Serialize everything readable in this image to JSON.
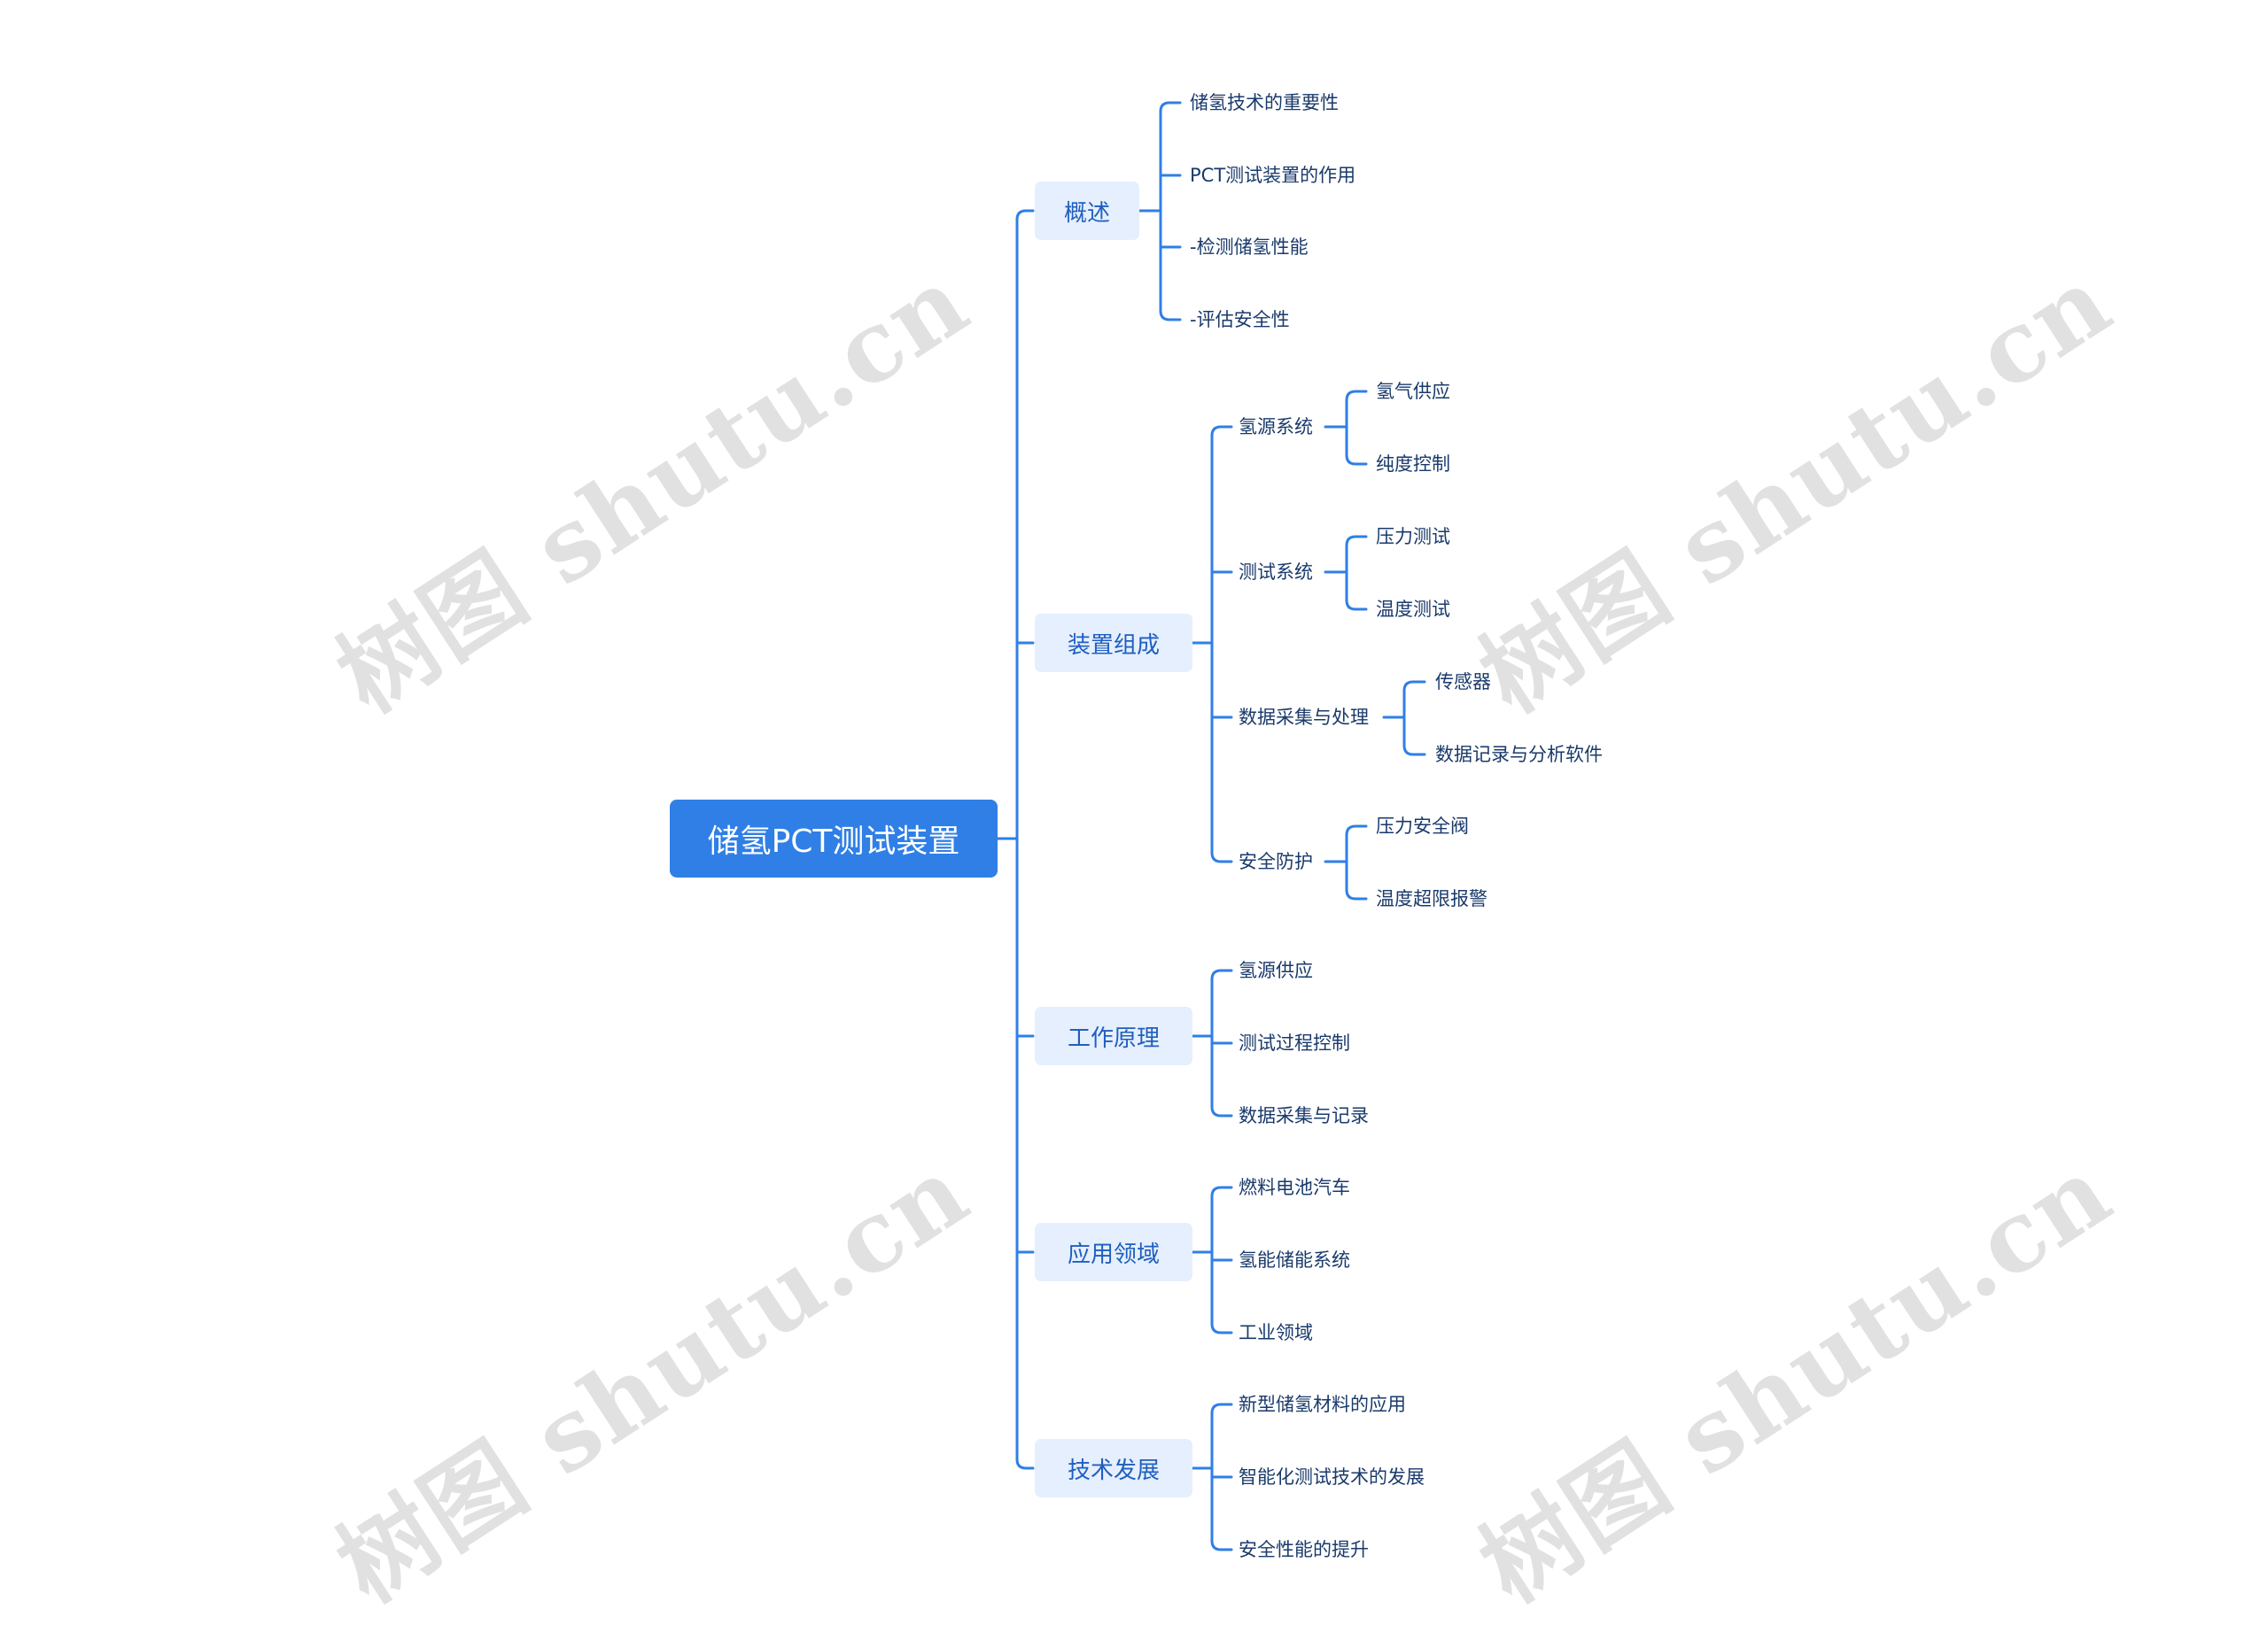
{
  "watermark": "树图 shutu.cn",
  "colors": {
    "root": "#2f7fe6",
    "branch_bg": "#e6effd",
    "line": "#2f7fe6"
  },
  "root": "储氢PCT测试装置",
  "branches": [
    {
      "label": "概述",
      "children": [
        {
          "label": "储氢技术的重要性"
        },
        {
          "label": "PCT测试装置的作用"
        },
        {
          "label": "-检测储氢性能"
        },
        {
          "label": "-评估安全性"
        }
      ]
    },
    {
      "label": "装置组成",
      "children": [
        {
          "label": "氢源系统",
          "children": [
            {
              "label": "氢气供应"
            },
            {
              "label": "纯度控制"
            }
          ]
        },
        {
          "label": "测试系统",
          "children": [
            {
              "label": "压力测试"
            },
            {
              "label": "温度测试"
            }
          ]
        },
        {
          "label": "数据采集与处理",
          "children": [
            {
              "label": "传感器"
            },
            {
              "label": "数据记录与分析软件"
            }
          ]
        },
        {
          "label": "安全防护",
          "children": [
            {
              "label": "压力安全阀"
            },
            {
              "label": "温度超限报警"
            }
          ]
        }
      ]
    },
    {
      "label": "工作原理",
      "children": [
        {
          "label": "氢源供应"
        },
        {
          "label": "测试过程控制"
        },
        {
          "label": "数据采集与记录"
        }
      ]
    },
    {
      "label": "应用领域",
      "children": [
        {
          "label": "燃料电池汽车"
        },
        {
          "label": "氢能储能系统"
        },
        {
          "label": "工业领域"
        }
      ]
    },
    {
      "label": "技术发展",
      "children": [
        {
          "label": "新型储氢材料的应用"
        },
        {
          "label": "智能化测试技术的发展"
        },
        {
          "label": "安全性能的提升"
        }
      ]
    }
  ]
}
